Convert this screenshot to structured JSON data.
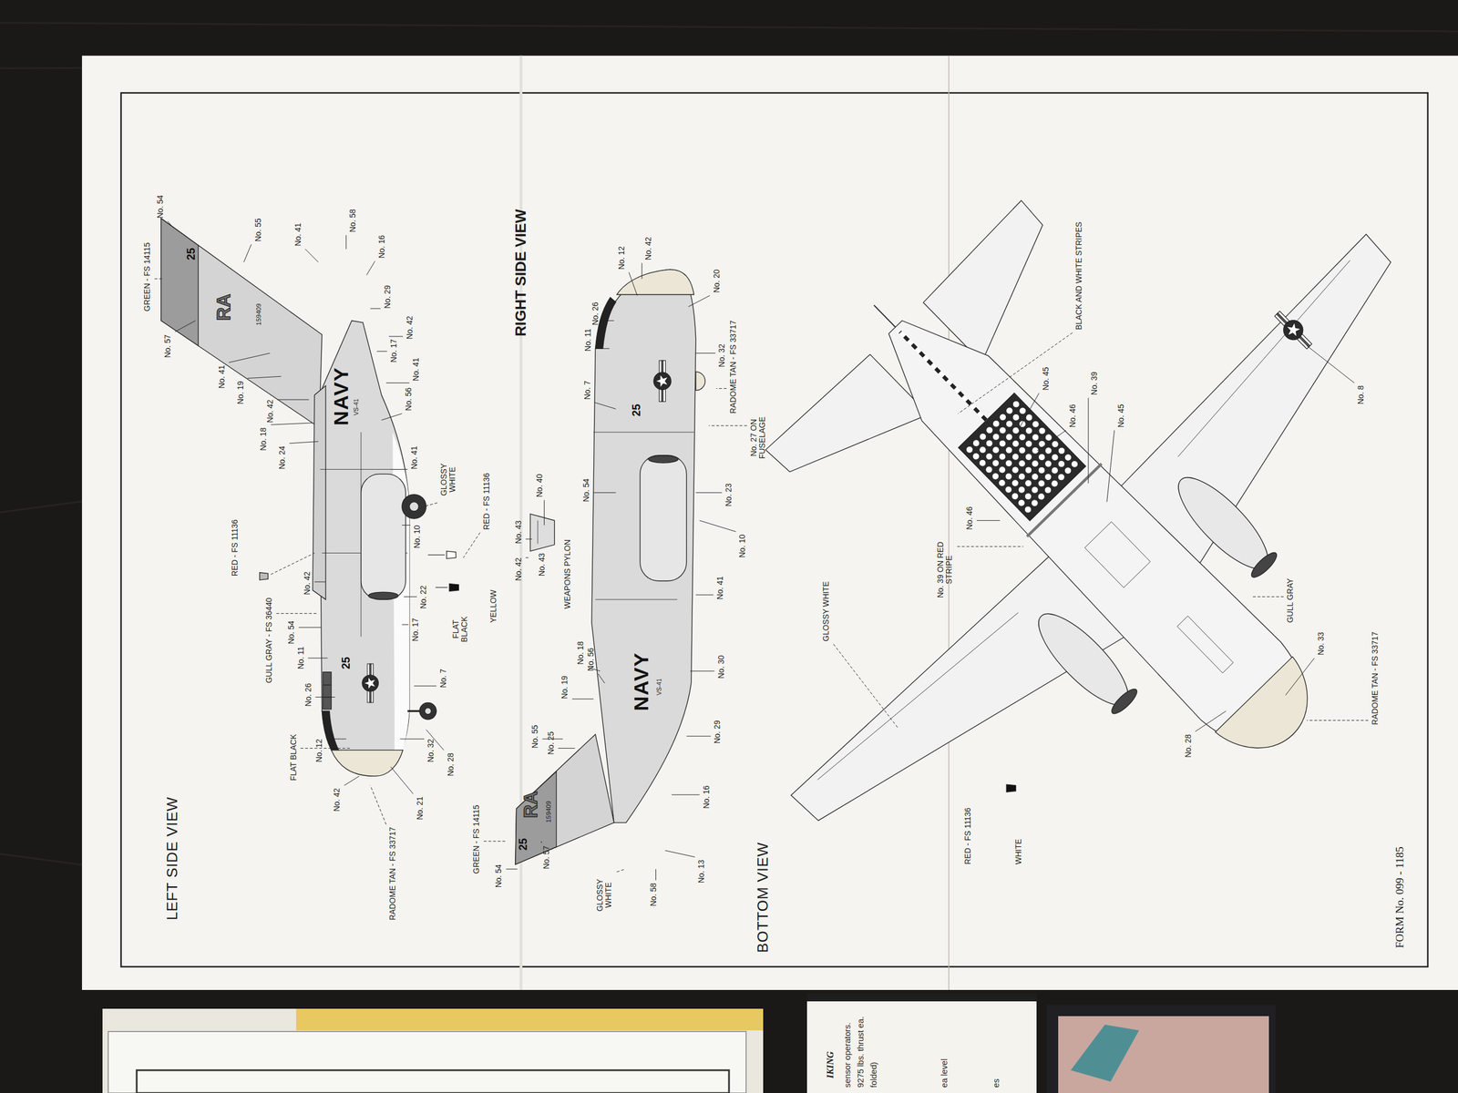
{
  "diagram": {
    "labels": [
      "LEFT SIDE VIEW",
      "No. 54",
      "GREEN - FS 14115",
      "No. 57",
      "No. 55",
      "No. 41",
      "No. 58",
      "No. 16",
      "No. 29",
      "No. 42",
      "No. 17",
      "No. 41",
      "No. 41",
      "No. 19",
      "No. 42",
      "No. 18",
      "No. 24",
      "No. 56",
      "No. 41",
      "GLOSSY WHITE",
      "RED - FS 11136",
      "RED - FS 11136",
      "GULL GRAY - FS 36440",
      "No. 42",
      "No. 54",
      "No. 11",
      "No. 26",
      "FLAT BLACK",
      "No. 12",
      "No. 42",
      "RADOME TAN - FS 33717",
      "No. 21",
      "No. 32",
      "No. 28",
      "No. 7",
      "No. 17",
      "No. 22",
      "No. 10",
      "FLAT BLACK",
      "YELLOW",
      "NAVY",
      "VS-41",
      "159409",
      "RA",
      "25",
      "25",
      "RIGHT SIDE VIEW",
      "No. 42",
      "No. 12",
      "No. 26",
      "No. 11",
      "No. 20",
      "No. 32",
      "RADOME TAN - FS 33717",
      "No. 27 ON FUSELAGE",
      "No. 7",
      "No. 54",
      "No. 23",
      "No. 10",
      "No. 41",
      "No. 30",
      "No. 29",
      "No. 16",
      "No. 13",
      "No. 58",
      "GLOSSY WHITE",
      "No. 57",
      "No. 54",
      "GREEN - FS 14115",
      "No. 55",
      "No. 25",
      "No. 19",
      "No. 18",
      "No. 56",
      "No. 40",
      "No. 42",
      "No. 43",
      "No. 43",
      "WEAPONS PYLON",
      "NAVY",
      "VS-41",
      "159409",
      "RA",
      "25",
      "25",
      "BOTTOM VIEW",
      "BLACK AND WHITE STRIPES",
      "No. 45",
      "No. 46",
      "No. 39",
      "No. 45",
      "No. 8",
      "GLOSSY WHITE",
      "No. 46",
      "No. 39 ON RED STRIPE",
      "GULL GRAY",
      "No. 33",
      "RADOME TAN - FS 33717",
      "No. 28",
      "RED - FS 11136",
      "WHITE",
      "FORM No. 099 - 1185",
      "IKING",
      "sensor operators.",
      "9275 lbs. thrust ea.",
      "folded)",
      "ea level",
      "es"
    ]
  }
}
